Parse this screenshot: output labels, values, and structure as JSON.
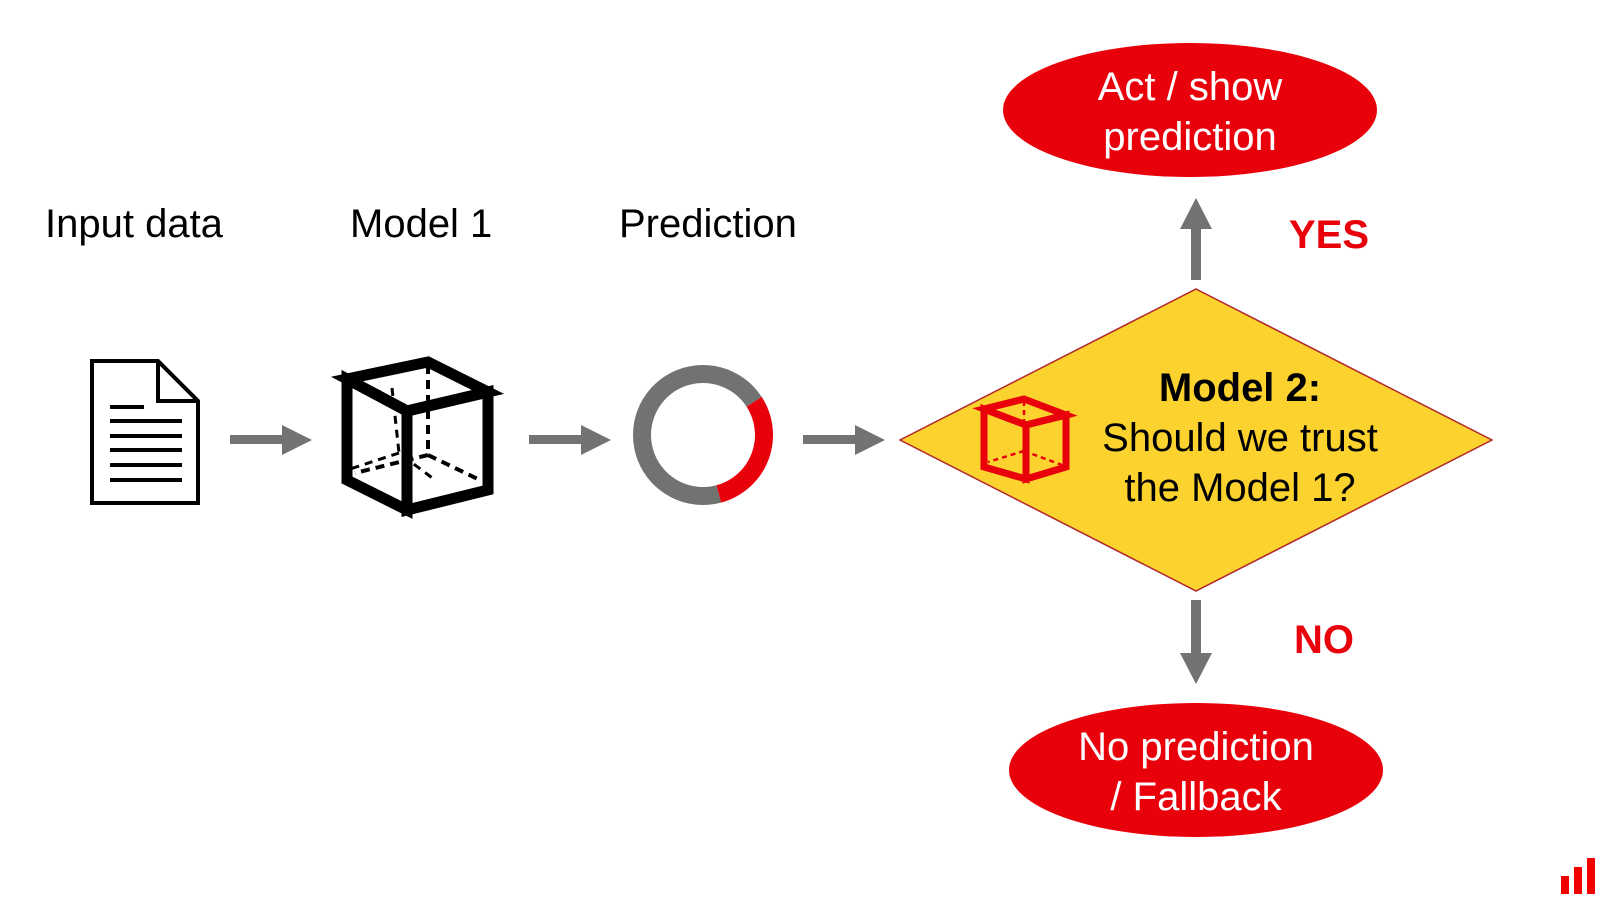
{
  "colors": {
    "accent_red": "#e8000b",
    "arrow_gray": "#737373",
    "ring_gray": "#70736f",
    "diamond_fill": "#fcd22f",
    "diamond_border": "#b0262a",
    "icon_black": "#000000"
  },
  "stages": [
    {
      "label": "Input data",
      "icon": "document-icon"
    },
    {
      "label": "Model 1",
      "icon": "cube-icon"
    },
    {
      "label": "Prediction",
      "icon": "donut-ring-icon"
    }
  ],
  "prediction_ring": {
    "red_fraction": 0.3
  },
  "decision": {
    "title": "Model 2:",
    "line1": "Should we trust",
    "line2": "the Model 1?",
    "icon": "cube-icon"
  },
  "yes_branch": {
    "label": "YES",
    "outcome_line1": "Act / show",
    "outcome_line2": "prediction"
  },
  "no_branch": {
    "label": "NO",
    "outcome_line1": "No prediction",
    "outcome_line2": "/ Fallback"
  },
  "logo": {
    "icon": "bar-chart-logo-icon"
  }
}
